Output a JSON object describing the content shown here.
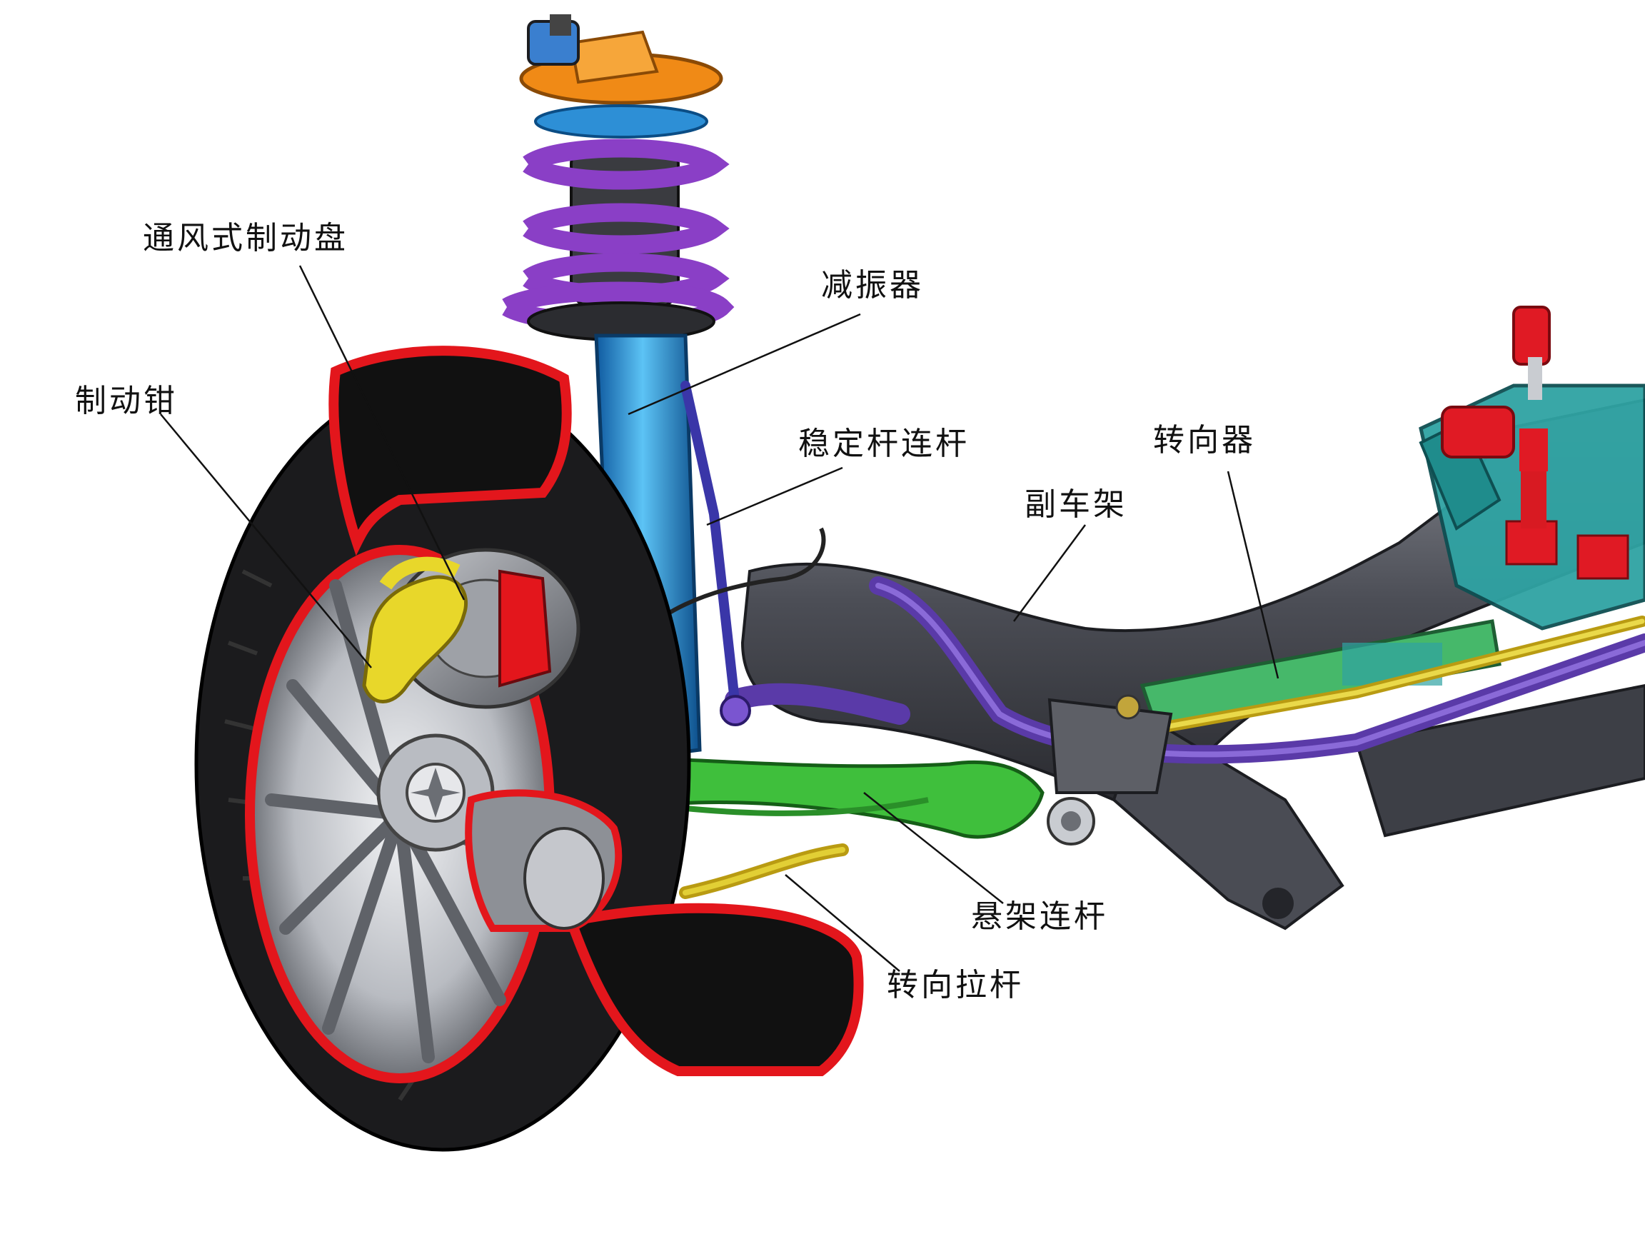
{
  "labels": {
    "brake_disc": "通风式制动盘",
    "brake_caliper": "制动钳",
    "shock_absorber": "减振器",
    "stabilizer_link": "稳定杆连杆",
    "steering_gear": "转向器",
    "subframe": "副车架",
    "suspension_link": "悬架连杆",
    "tie_rod": "转向拉杆"
  },
  "colors": {
    "tire": "#1b1b1d",
    "tire_cutaway": "#e3161c",
    "rim": "#c9ccd1",
    "brake_disc": "#8d9096",
    "caliper": "#e8d72a",
    "strut": "#2d8fd6",
    "spring": "#8a3fc6",
    "top_mount": "#f08a16",
    "control_arm": "#3fbf3c",
    "tie_rod": "#e2cf35",
    "stabilizer": "#5a3aa8",
    "subframe": "#55575f",
    "rack": "#46b86a",
    "crossmember": "#2fa3a3",
    "bushing": "#d81a22",
    "leader_line": "#111111"
  }
}
